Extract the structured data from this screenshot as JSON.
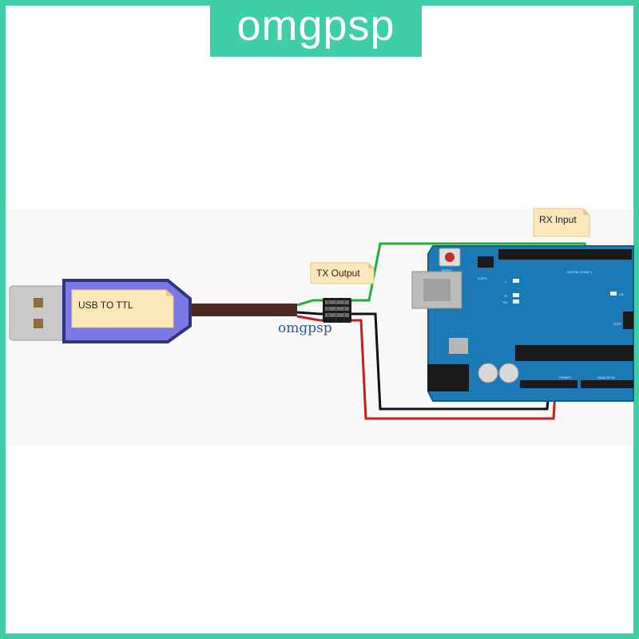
{
  "brand": {
    "name": "omgpsp"
  },
  "watermark": {
    "text": "omgpsp"
  },
  "callouts": {
    "usb_adapter": "USB TO TTL",
    "tx": "TX Output",
    "rx": "RX Input"
  },
  "board": {
    "reset": "RESET",
    "icsp2": "ICSP2",
    "icsp": "ICSP",
    "led_l": "L",
    "led_tx": "TX",
    "led_rx": "RX",
    "on": "ON",
    "digital_header": "DIGITAL (PWM~)",
    "power_header": "POWER",
    "analog_header": "ANALOG IN"
  },
  "colors": {
    "frame": "#3ecfa8",
    "adapter_body": "#7b78e6",
    "board": "#1b7ab5",
    "wire_green": "#1fae3c",
    "wire_red": "#c81d1d",
    "wire_black": "#111111",
    "sticky_note": "#fbe7b9"
  }
}
